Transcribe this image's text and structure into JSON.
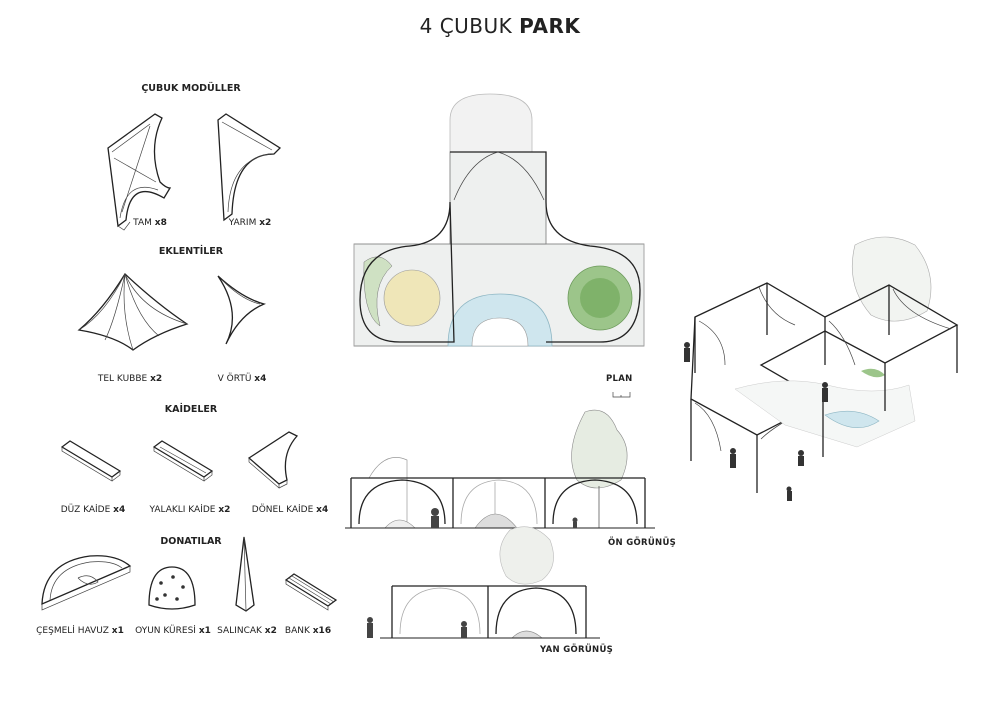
{
  "title": {
    "prefix": "4 ÇUBUK ",
    "bold": "PARK"
  },
  "sections": {
    "modules": "ÇUBUK MODÜLLER",
    "addons": "EKLENTİLER",
    "bases": "KAİDELER",
    "furniture": "DONATILAR"
  },
  "items": {
    "tam": {
      "name": "TAM",
      "qty": "x8"
    },
    "yarim": {
      "name": "YARIM",
      "qty": "x2"
    },
    "tel_kubbe": {
      "name": "TEL KUBBE",
      "qty": "x2"
    },
    "v_ortu": {
      "name": "V ÖRTÜ",
      "qty": "x4"
    },
    "duz_kaide": {
      "name": "DÜZ KAİDE",
      "qty": "x4"
    },
    "yalakli_kaide": {
      "name": "YALAKLI KAİDE",
      "qty": "x2"
    },
    "donel_kaide": {
      "name": "DÖNEL KAİDE",
      "qty": "x4"
    },
    "havuz": {
      "name": "ÇEŞMELİ HAVUZ",
      "qty": "x1"
    },
    "oyun_kuresi": {
      "name": "OYUN KÜRESİ",
      "qty": "x1"
    },
    "salincak": {
      "name": "SALINCAK",
      "qty": "x2"
    },
    "bank": {
      "name": "BANK",
      "qty": "x16"
    }
  },
  "views": {
    "plan": "PLAN",
    "front": "ÖN GÖRÜNÜŞ",
    "side": "YAN GÖRÜNÜŞ"
  },
  "colors": {
    "ink": "#222222",
    "plan_fill": "#eef0ef",
    "water": "#cfe6ee",
    "tree": "#7fb26a",
    "sand": "#efe6b8"
  }
}
